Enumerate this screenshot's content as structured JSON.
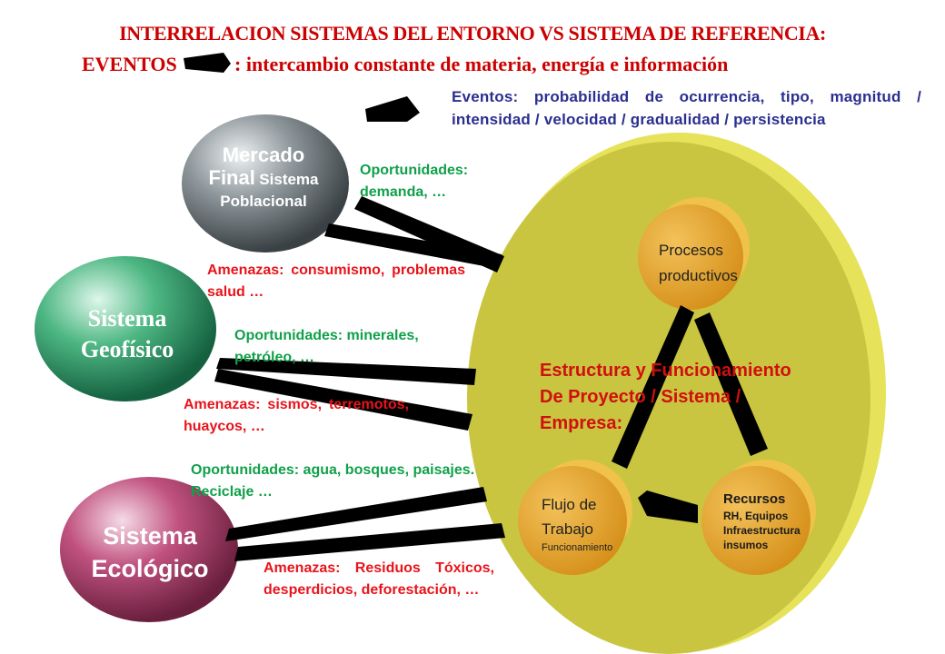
{
  "title": {
    "line1": "INTERRELACION SISTEMAS DEL ENTORNO VS SISTEMA DE REFERENCIA:",
    "line2_left": "EVENTOS",
    "line2_right": ": intercambio constante de materia, energía e información"
  },
  "events_description": "Eventos: probabilidad de ocurrencia, tipo, magnitud / intensidad / velocidad / gradualidad / persistencia",
  "external_systems": {
    "market": {
      "line1": "Mercado",
      "line2a": "Final",
      "line2b": "Sistema",
      "line3": "Poblacional"
    },
    "geophysical": {
      "line1": "Sistema",
      "line2": "Geofísico"
    },
    "ecological": {
      "line1": "Sistema",
      "line2": "Ecológico"
    }
  },
  "exchanges": {
    "market_opportunities": "Oportunidades: demanda, …",
    "market_threats": "Amenazas: consumismo, problemas salud …",
    "geo_opportunities": "Oportunidades: minerales, petróleo, …",
    "geo_threats": "Amenazas: sismos, terremotos, huaycos, …",
    "eco_opportunities": "Oportunidades: agua, bosques, paisajes. Reciclaje …",
    "eco_threats": "Amenazas: Residuos Tóxicos, desperdicios, deforestación, …"
  },
  "reference_system": {
    "label": "Estructura y Funcionamiento De Proyecto / Sistema / Empresa:",
    "label_line1": "Estructura y Funcionamiento",
    "label_line2": "De Proyecto / Sistema /",
    "label_line3": "Empresa:",
    "processes": {
      "line1": "Procesos",
      "line2": "productivos"
    },
    "workflow": {
      "line1": "Flujo de",
      "line2": "Trabajo",
      "line3": "Funcionamiento"
    },
    "resources": {
      "line1": "Recursos",
      "line2": "RH, Equipos",
      "line3": "Infraestructura",
      "line4": "insumos"
    }
  },
  "colors": {
    "title": "#cc0000",
    "events_text": "#2b2f8f",
    "opportunities": "#10a04a",
    "threats": "#e8141b",
    "reference_sphere": "#c9c540",
    "reference_rim": "#e6e25a",
    "inner_circles": "#e0a21a",
    "market_sphere": "#6c7478",
    "geo_sphere": "#2f9e6c",
    "eco_sphere": "#b3456f",
    "arrows": "#000000"
  }
}
